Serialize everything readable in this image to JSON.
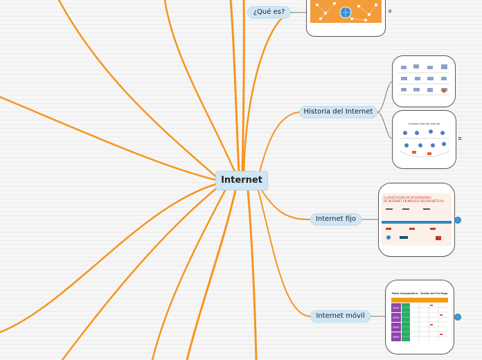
{
  "central_topic": "Internet",
  "branches": [
    {
      "label": "¿Qué es?"
    },
    {
      "label": "Historia del Internet"
    },
    {
      "label": "Internet fijo"
    },
    {
      "label": "Internet móvil"
    }
  ],
  "thumbnails": [
    {
      "name": "que-es-image",
      "note_icon": "≡"
    },
    {
      "name": "historia-image-1"
    },
    {
      "name": "historia-image-2",
      "title": "Grandes hitos del Internet",
      "note_icon": "≡"
    },
    {
      "name": "internet-fijo-image",
      "title_line1": "CLASIFICACIÓN DE PROVEEDORES",
      "title_line2": "DE INTERNET EN MÉXICO (SEGÚN NETFLIX)"
    },
    {
      "name": "internet-movil-image",
      "title": "Tabla Comparativa - Tarifas de Pre-Pago",
      "price_labels": [
        "$100",
        "$200",
        "$300",
        "$500"
      ]
    }
  ],
  "colors": {
    "branch_line": "#f7941d",
    "node_fill": "#cfe7f5",
    "connector": "#555555",
    "info_dot": "#3f9ad0"
  }
}
